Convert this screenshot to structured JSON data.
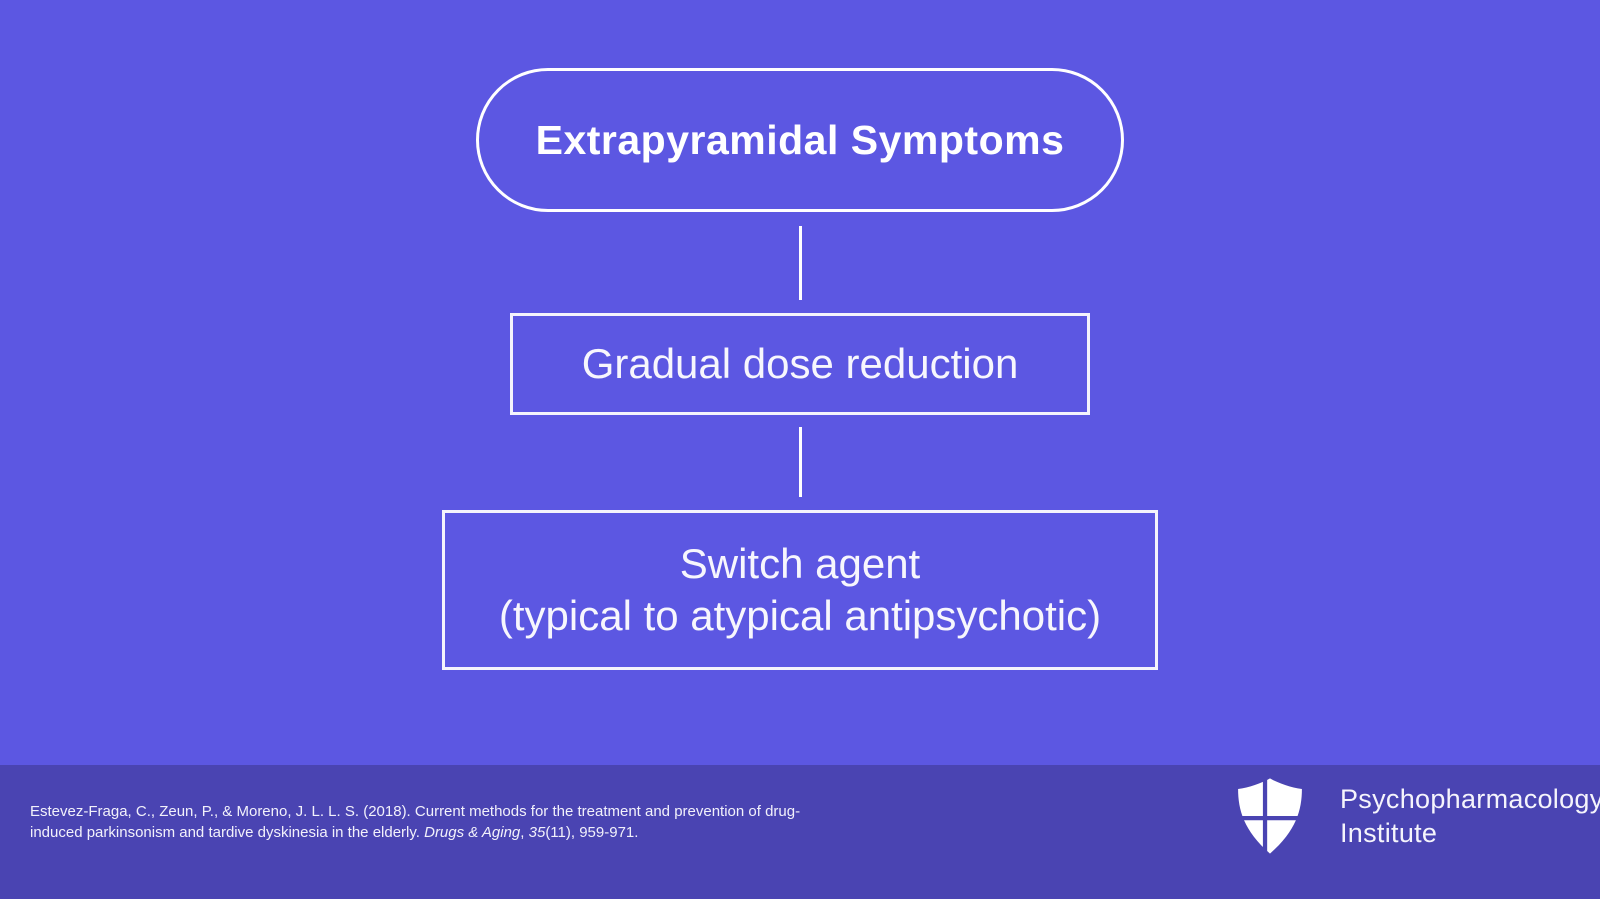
{
  "slide": {
    "background_color": "#5c57e2",
    "footer_color": "#4a44b2",
    "line_color": "#ffffff",
    "text_color": "#ffffff"
  },
  "flowchart": {
    "title": "Extrapyramidal Symptoms",
    "steps": [
      {
        "label": "Gradual dose reduction"
      },
      {
        "lines": [
          "Switch agent",
          "(typical to atypical antipsychotic)"
        ]
      }
    ]
  },
  "footer": {
    "citation_line1": "Estevez-Fraga, C., Zeun, P., & Moreno, J. L. L. S. (2018). Current methods for the treatment and prevention of drug-",
    "citation_line2_pre": "induced parkinsonism and tardive dyskinesia in the elderly. ",
    "citation_journal": "Drugs & Aging",
    "citation_separator": ", ",
    "citation_volume": "35",
    "citation_suffix": "(11), 959-971.",
    "logo_name_line1": "Psychopharmacology",
    "logo_name_line2": "Institute",
    "logo_icon": "shield-cross-icon"
  }
}
